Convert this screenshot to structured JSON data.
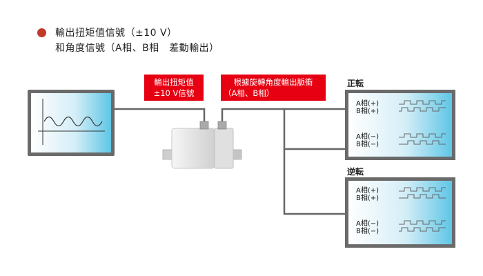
{
  "title": {
    "line1": "輸出扭矩值信號（±10 V）",
    "line2": "和角度信號（A相、B相　差動輸出）"
  },
  "labels": {
    "torque_label": [
      "輸出扭矩值",
      "±10 V信號"
    ],
    "angle_label": [
      "根據旋轉角度輸出脈衝",
      "（A相、B相）"
    ]
  },
  "forward": {
    "header": "正転",
    "signals": [
      "A相(+)",
      "B相(+)",
      "A相(−)",
      "B相(−)"
    ]
  },
  "reverse": {
    "header": "逆転",
    "signals": [
      "A相(+)",
      "B相(+)",
      "A相(−)",
      "B相(−)"
    ]
  },
  "colors": {
    "bullet": "#c0392b",
    "label_bg": "#e60012",
    "screen_gradient": [
      "#ffffff",
      "#5fc6e6"
    ],
    "frame": "#555555"
  }
}
